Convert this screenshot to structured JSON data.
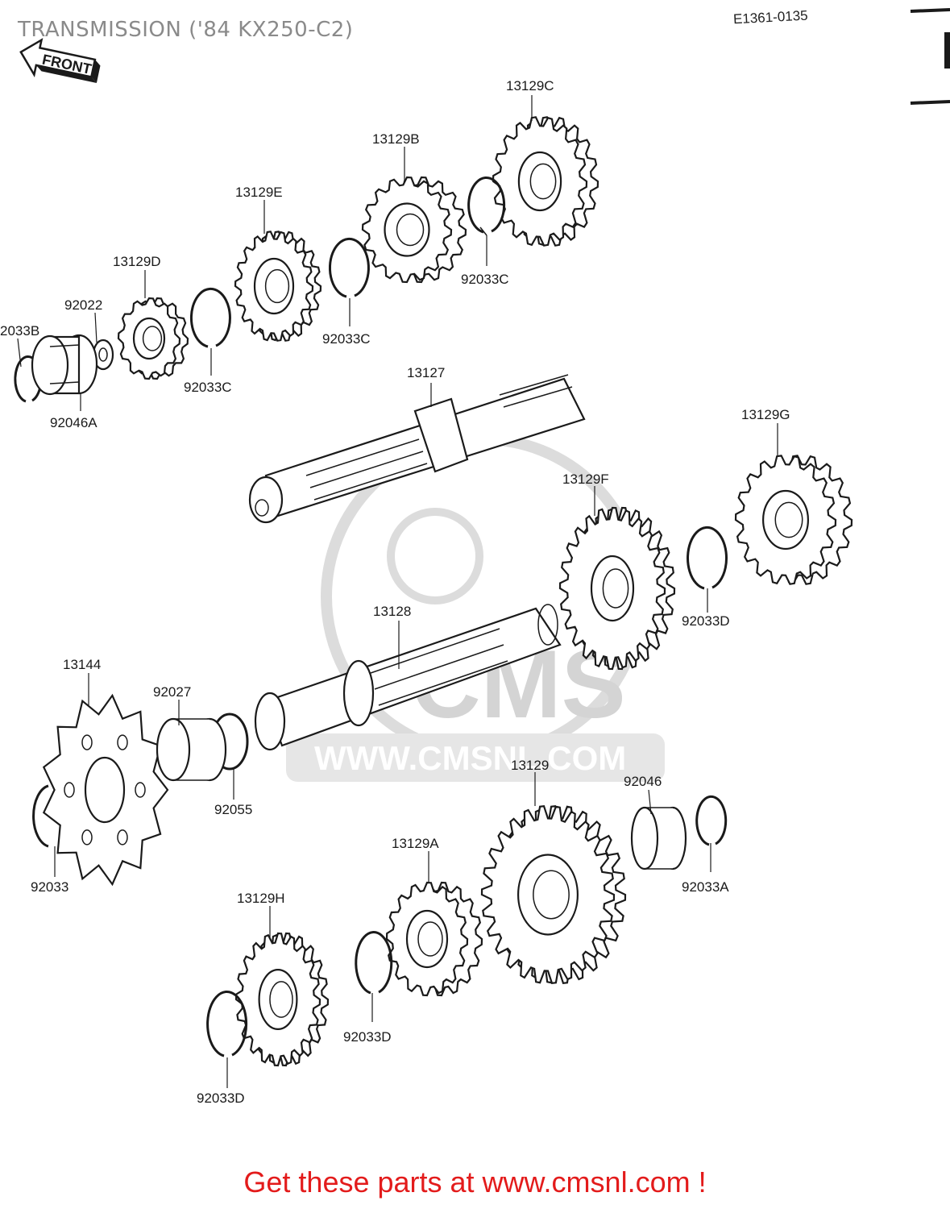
{
  "title": "TRANSMISSION ('84 KX250-C2)",
  "diagram_code": "E1361-0135",
  "front_label": "FRONT",
  "watermark": {
    "brand": "CMS",
    "url": "WWW.CMSNL.COM"
  },
  "call_to_action": "Get these parts at www.cmsnl.com !",
  "colors": {
    "accent_red": "#e31b1b",
    "title_gray": "#8a8a8a",
    "line": "#1a1a1a",
    "watermark": "#d4d4d4"
  },
  "parts": [
    {
      "id": "13129C",
      "label": "13129C",
      "kind": "gear"
    },
    {
      "id": "13129B",
      "label": "13129B",
      "kind": "gear"
    },
    {
      "id": "92033C-a",
      "label": "92033C",
      "kind": "circlip"
    },
    {
      "id": "13129E",
      "label": "13129E",
      "kind": "gear"
    },
    {
      "id": "92033C-b",
      "label": "92033C",
      "kind": "circlip"
    },
    {
      "id": "13129D",
      "label": "13129D",
      "kind": "gear"
    },
    {
      "id": "92022",
      "label": "92022",
      "kind": "washer"
    },
    {
      "id": "92033B",
      "label": "2033B",
      "kind": "circlip"
    },
    {
      "id": "92033C-c",
      "label": "92033C",
      "kind": "circlip"
    },
    {
      "id": "92046A",
      "label": "92046A",
      "kind": "bearing"
    },
    {
      "id": "13127",
      "label": "13127",
      "kind": "shaft"
    },
    {
      "id": "13129G",
      "label": "13129G",
      "kind": "gear"
    },
    {
      "id": "13129F",
      "label": "13129F",
      "kind": "gear"
    },
    {
      "id": "92033D-a",
      "label": "92033D",
      "kind": "circlip"
    },
    {
      "id": "13128",
      "label": "13128",
      "kind": "shaft"
    },
    {
      "id": "13144",
      "label": "13144",
      "kind": "sprocket"
    },
    {
      "id": "92027",
      "label": "92027",
      "kind": "collar"
    },
    {
      "id": "92055",
      "label": "92055",
      "kind": "o-ring"
    },
    {
      "id": "13129",
      "label": "13129",
      "kind": "gear"
    },
    {
      "id": "92046",
      "label": "92046",
      "kind": "bearing"
    },
    {
      "id": "92033",
      "label": "92033",
      "kind": "circlip"
    },
    {
      "id": "13129A",
      "label": "13129A",
      "kind": "gear"
    },
    {
      "id": "92033A",
      "label": "92033A",
      "kind": "circlip"
    },
    {
      "id": "13129H",
      "label": "13129H",
      "kind": "gear"
    },
    {
      "id": "92033D-b",
      "label": "92033D",
      "kind": "circlip"
    },
    {
      "id": "92033D-c",
      "label": "92033D",
      "kind": "circlip"
    }
  ]
}
